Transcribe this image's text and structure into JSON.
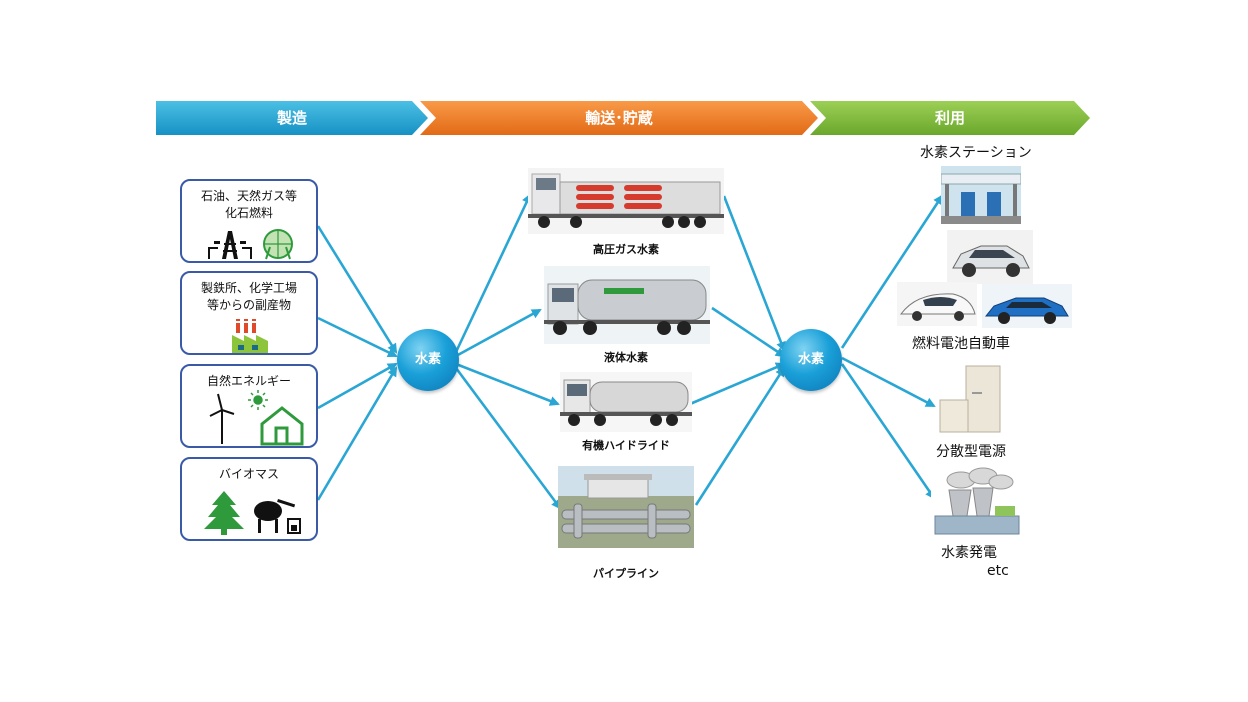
{
  "stages": {
    "production": "製造",
    "transport": "輸送･貯蔵",
    "use": "利用"
  },
  "sources": [
    {
      "label_line1": "石油、天然ガス等",
      "label_line2": "化石燃料",
      "icon": "oil-derrick-and-gas-tank-icon"
    },
    {
      "label_line1": "製鉄所、化学工場",
      "label_line2": "等からの副産物",
      "icon": "factory-icon"
    },
    {
      "label_line1": "自然エネルギー",
      "label_line2": "",
      "icon": "wind-turbine-and-solar-house-icon"
    },
    {
      "label_line1": "バイオマス",
      "label_line2": "",
      "icon": "tree-and-biomass-plant-icon"
    }
  ],
  "hubs": {
    "left": "水素",
    "right": "水素"
  },
  "transport": [
    {
      "label": "高圧ガス水素",
      "image": "high-pressure-gas-trailer-truck"
    },
    {
      "label": "液体水素",
      "image": "liquid-hydrogen-tanker-truck"
    },
    {
      "label": "有機ハイドライド",
      "image": "organic-hydride-tanker-truck"
    },
    {
      "label": "パイプライン",
      "image": "pipeline-facility"
    }
  ],
  "uses": {
    "station": "水素ステーション",
    "fcv": "燃料電池自動車",
    "distributed": "分散型電源",
    "power": "水素発電",
    "etc": "etc"
  },
  "colors": {
    "production": "#1ea4cf",
    "transport": "#f07c28",
    "use": "#7cbb3a",
    "arrow": "#2aa6d4",
    "box_border": "#3a5aa8",
    "icon_black": "#111111",
    "icon_green": "#2e9a3c"
  }
}
